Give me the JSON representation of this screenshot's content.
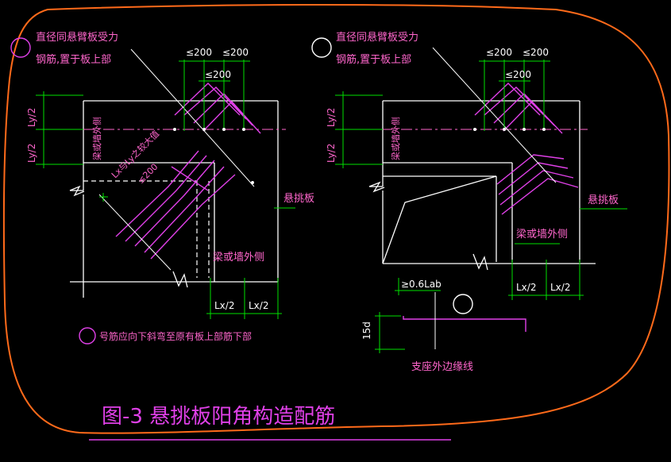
{
  "labels": {
    "note1_line1": "直径同悬臂板受力",
    "note1_line2": "钢筋,置于板上部",
    "note2_line1": "直径同悬臂板受力",
    "note2_line2": "钢筋,置于板上部",
    "dim_le200_a": "≤200",
    "dim_le200_b": "≤200",
    "dim_le200_c": "≤200",
    "dim_le200_d": "≤200",
    "dim_le200_e": "≤200",
    "dim_le200_f": "≤200",
    "ly2_a": "Ly/2",
    "ly2_b": "Ly/2",
    "ly2_c": "Ly/2",
    "ly2_d": "Ly/2",
    "lx2_a": "Lx/2",
    "lx2_b": "Lx/2",
    "lx2_c": "Lx/2",
    "lx2_d": "Lx/2",
    "beam_wall_left": "梁或墙外侧",
    "beam_wall_bottom_left": "梁或墙外侧",
    "beam_wall_right_vertical": "梁或墙外侧",
    "beam_wall_right": "梁或墙外侧",
    "diag_text": "Lx与Ly之较大值",
    "le200_diag": "≤200",
    "cantilever_left": "悬挑板",
    "cantilever_right": "悬挑板",
    "bend_note": "号筋应向下斜弯至原有板上部筋下部",
    "dim_06lab": "≥0.6Lab",
    "dim_15d": "15d",
    "support_edge": "支座外边缘线",
    "figure_title": "图-3  悬挑板阳角构造配筋"
  },
  "colors": {
    "background": "#000000",
    "white_lines": "#ffffff",
    "green_dims": "#00e000",
    "magenta_rebar": "#e040e8",
    "pink_text": "#ff66cc",
    "orange_outline": "#ff6a1a"
  }
}
